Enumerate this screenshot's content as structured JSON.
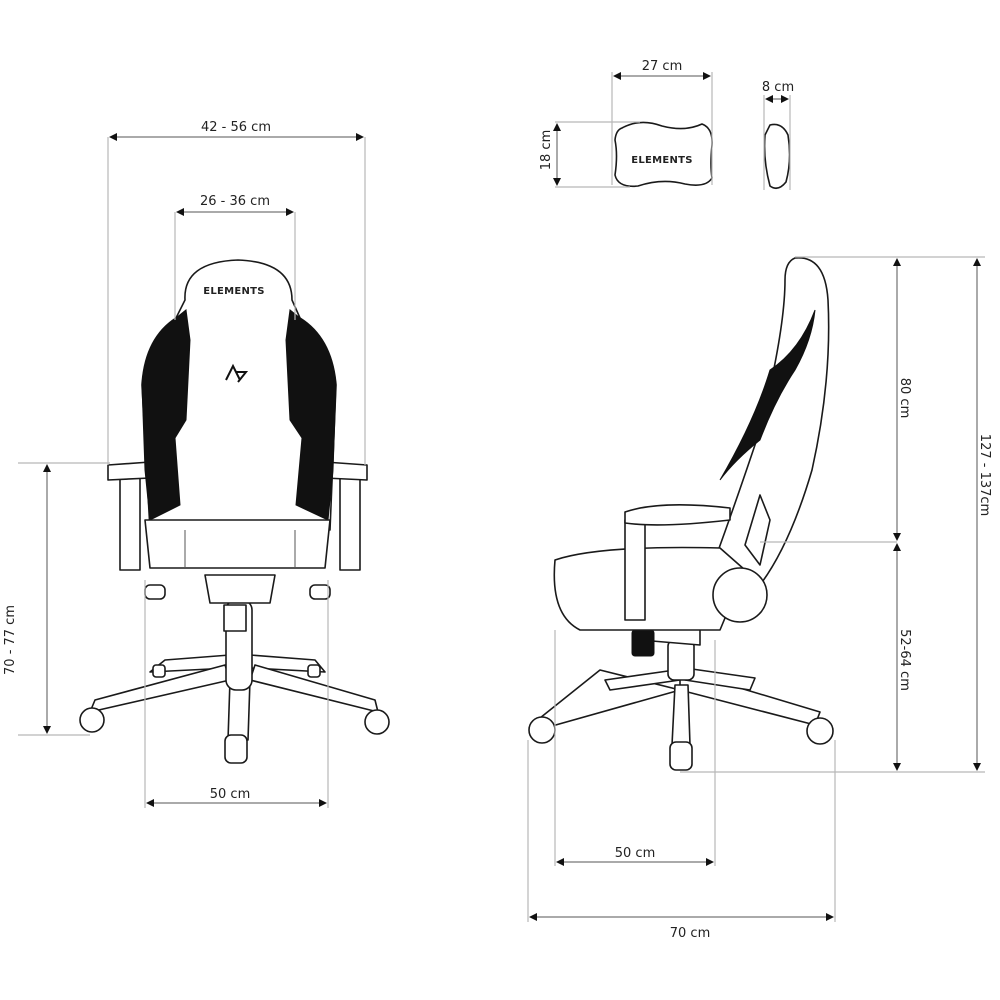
{
  "brand": "ELEMENTS",
  "front_view": {
    "overall_width": "42 - 56 cm",
    "backrest_width": "26 - 36 cm",
    "armrest_height": "70 - 77 cm",
    "seat_width": "50 cm"
  },
  "pillow": {
    "width": "27 cm",
    "height": "18 cm",
    "depth": "8 cm"
  },
  "side_view": {
    "backrest_height": "80 cm",
    "seat_height": "52-64 cm",
    "total_height": "127 - 137cm",
    "seat_depth": "50 cm",
    "base_depth": "70 cm"
  }
}
